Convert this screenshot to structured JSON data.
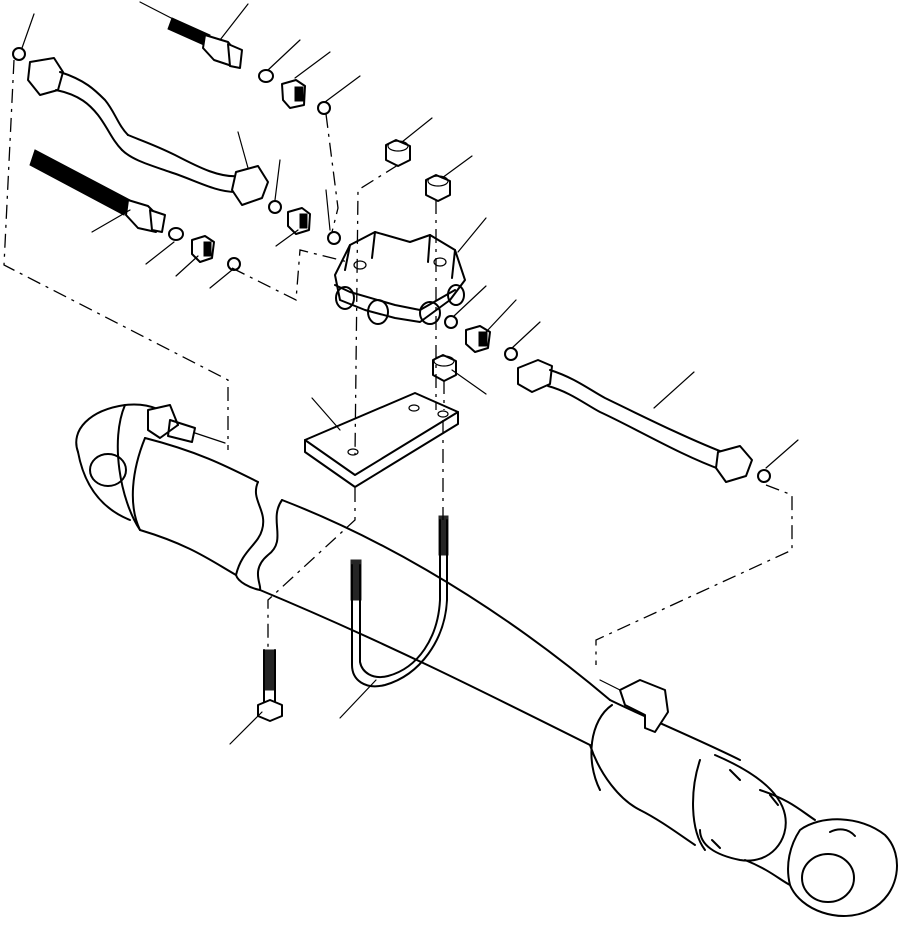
{
  "diagram": {
    "parts": [
      {
        "name": "upper-hose-with-fitting"
      },
      {
        "name": "o-ring"
      },
      {
        "name": "adapter-fitting"
      },
      {
        "name": "o-ring"
      },
      {
        "name": "bent-tube"
      },
      {
        "name": "o-ring"
      },
      {
        "name": "adapter-fitting"
      },
      {
        "name": "o-ring"
      },
      {
        "name": "lower-hose-with-fitting"
      },
      {
        "name": "o-ring"
      },
      {
        "name": "adapter-fitting"
      },
      {
        "name": "o-ring"
      },
      {
        "name": "nut"
      },
      {
        "name": "nut"
      },
      {
        "name": "valve-block"
      },
      {
        "name": "o-ring"
      },
      {
        "name": "adapter-fitting"
      },
      {
        "name": "o-ring"
      },
      {
        "name": "nut"
      },
      {
        "name": "mounting-plate"
      },
      {
        "name": "right-tube"
      },
      {
        "name": "o-ring"
      },
      {
        "name": "u-bolt"
      },
      {
        "name": "bolt"
      },
      {
        "name": "hydraulic-cylinder"
      }
    ]
  }
}
